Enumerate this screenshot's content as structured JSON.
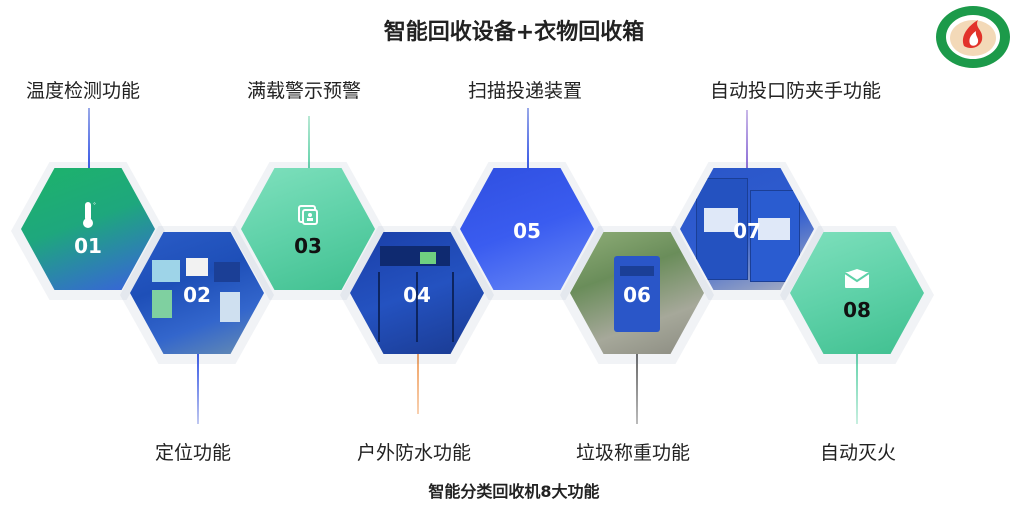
{
  "title": "智能回收设备+衣物回收箱",
  "subtitle": "智能分类回收机8大功能",
  "features": [
    {
      "num": "01",
      "label": "温度检测功能",
      "icon": "thermometer-icon"
    },
    {
      "num": "02",
      "label": "定位功能",
      "icon": "recycling-machine-photo"
    },
    {
      "num": "03",
      "label": "满载警示预警",
      "icon": "alert-card-icon"
    },
    {
      "num": "04",
      "label": "户外防水功能",
      "icon": "recycling-machine-photo"
    },
    {
      "num": "05",
      "label": "扫描投递装置",
      "icon": ""
    },
    {
      "num": "06",
      "label": "垃圾称重功能",
      "icon": "clothing-bin-photo"
    },
    {
      "num": "07",
      "label": "自动投口防夹手功能",
      "icon": "clothing-bin-photo"
    },
    {
      "num": "08",
      "label": "自动灭火",
      "icon": "envelope-icon"
    }
  ],
  "colors": {
    "green_gradient_start": "#1db36a",
    "blue_gradient": "#3355e6",
    "teal": "#5ed1a8",
    "photo_blue": "#2a5cc7",
    "logo_green": "#1c9a4a",
    "logo_red": "#e2322a"
  }
}
